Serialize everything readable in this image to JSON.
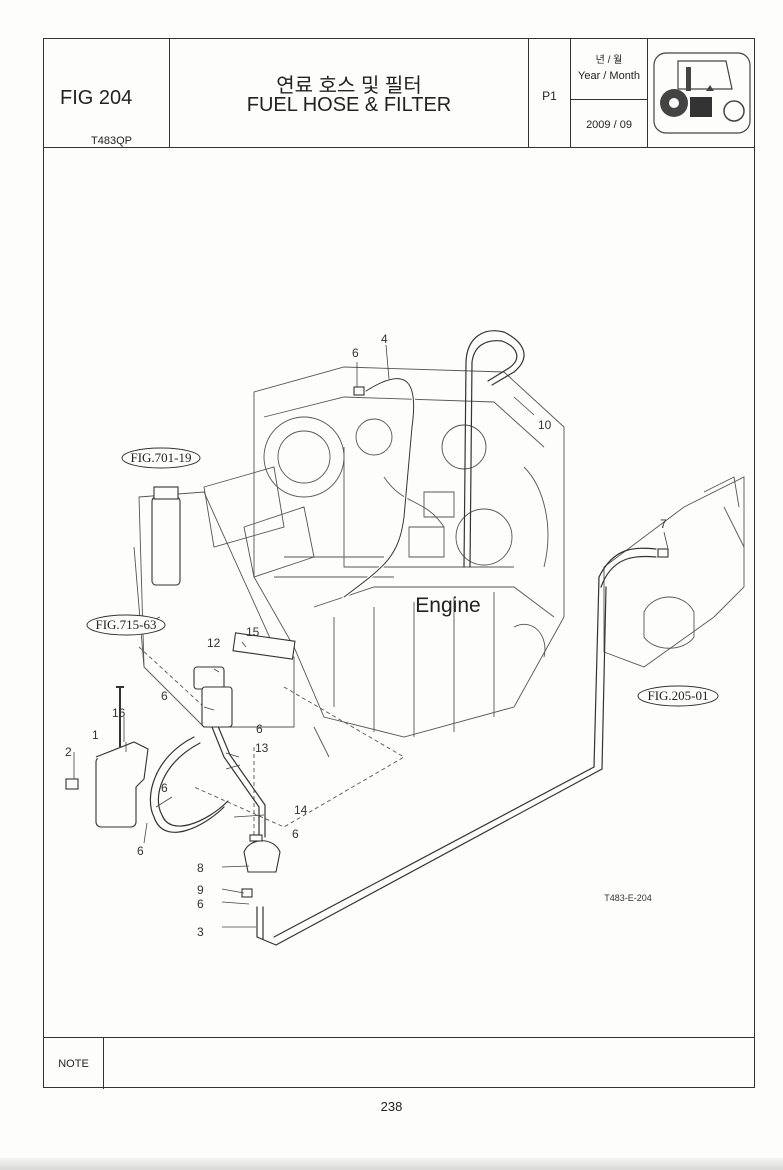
{
  "header": {
    "fig_number": "FIG 204",
    "model_code": "T483QP",
    "title_korean": "연료 호스 및 필터",
    "title_english": "FUEL HOSE & FILTER",
    "page_label": "P1",
    "year_month_korean": "년 / 월",
    "year_month_english": "Year / Month",
    "year_month_value": "2009  / 09"
  },
  "diagram": {
    "engine_label": "Engine",
    "drawing_code": "T483-E-204",
    "references": [
      "FIG.701-19",
      "FIG.715-63",
      "FIG.205-01"
    ],
    "callouts": [
      "1",
      "2",
      "3",
      "4",
      "6",
      "6",
      "6",
      "6",
      "6",
      "6",
      "6",
      "7",
      "8",
      "9",
      "10",
      "12",
      "13",
      "14",
      "15",
      "16"
    ]
  },
  "footer": {
    "note_label": "NOTE",
    "note_text": "",
    "page_number": "238"
  },
  "icons": [
    "tractor-icon"
  ]
}
